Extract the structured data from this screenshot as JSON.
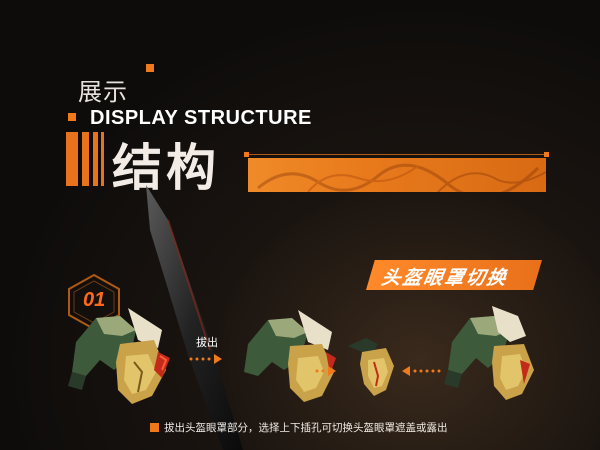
{
  "header": {
    "label_cn": "展示",
    "label_en": "DISPLAY STRUCTURE",
    "title_cn": "结构"
  },
  "section": {
    "badge": "头盔眼罩切换",
    "step_number": "01",
    "action_label": "拔出",
    "caption": "拔出头盔眼罩部分，选择上下插孔可切换头盔眼罩遮盖或露出"
  },
  "colors": {
    "accent": "#f07a1a",
    "background": "#0d0b0a",
    "text": "#ffffff"
  }
}
